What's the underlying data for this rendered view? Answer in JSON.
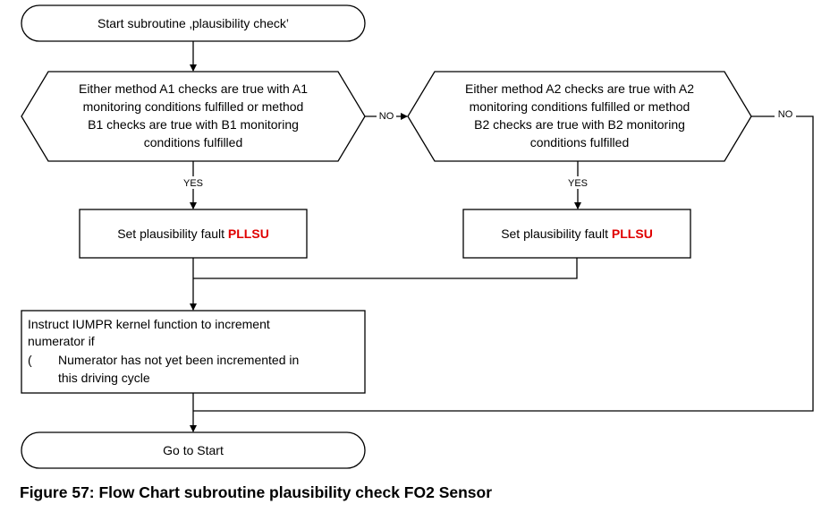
{
  "nodes": {
    "start": {
      "text": "Start subroutine ‚plausibility check’"
    },
    "decision1": {
      "lines": [
        "Either method A1 checks are true with A1",
        "monitoring conditions fulfilled or method",
        "B1 checks are true with B1 monitoring",
        "conditions fulfilled"
      ]
    },
    "decision2": {
      "lines": [
        "Either method A2 checks are true with A2",
        "monitoring conditions fulfilled or method",
        "B2 checks are true with B2 monitoring",
        "conditions fulfilled"
      ]
    },
    "fault1": {
      "prefix": "Set plausibility fault ",
      "code": "PLLSU"
    },
    "fault2": {
      "prefix": "Set plausibility fault ",
      "code": "PLLSU"
    },
    "iumpr": {
      "lines": [
        "Instruct IUMPR kernel function to increment",
        "numerator if",
        "(",
        "Numerator has not yet been incremented in",
        "this driving cycle"
      ]
    },
    "end": {
      "text": "Go to Start"
    }
  },
  "edges": {
    "d1_no": "NO",
    "d1_yes": "YES",
    "d2_no": "NO",
    "d2_yes": "YES"
  },
  "caption": "Figure 57: Flow Chart subroutine plausibility check FO2 Sensor",
  "colors": {
    "fault_code": "#e00000",
    "stroke": "#000000"
  }
}
